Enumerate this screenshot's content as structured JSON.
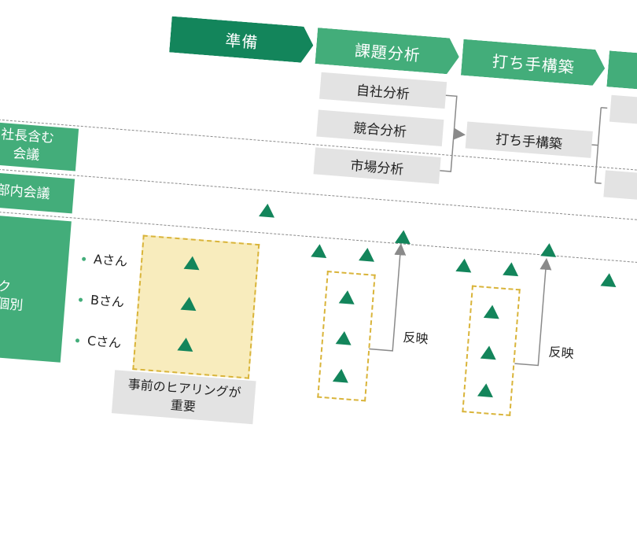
{
  "phases": [
    "準備",
    "課題分析",
    "打ち手構築"
  ],
  "analysis_boxes": [
    "自社分析",
    "競合分析",
    "市場分析"
  ],
  "strategy_box": "打ち手構築",
  "rows": {
    "president": "社長含む\n会議",
    "department": "部内会議",
    "stakeholders": "重要\nステーク\nホルダー個別"
  },
  "people": [
    "Aさん",
    "Bさん",
    "Cさん"
  ],
  "notes": {
    "reflect1": "反映",
    "reflect2": "反映",
    "hearing": "事前のヒアリングが\n重要"
  },
  "colors": {
    "dark_green": "#13855b",
    "light_green": "#43ad7a",
    "gray_box": "#e3e3e3",
    "yellow_dash": "#d9b43a",
    "yellow_fill": "#f8ecbd"
  }
}
